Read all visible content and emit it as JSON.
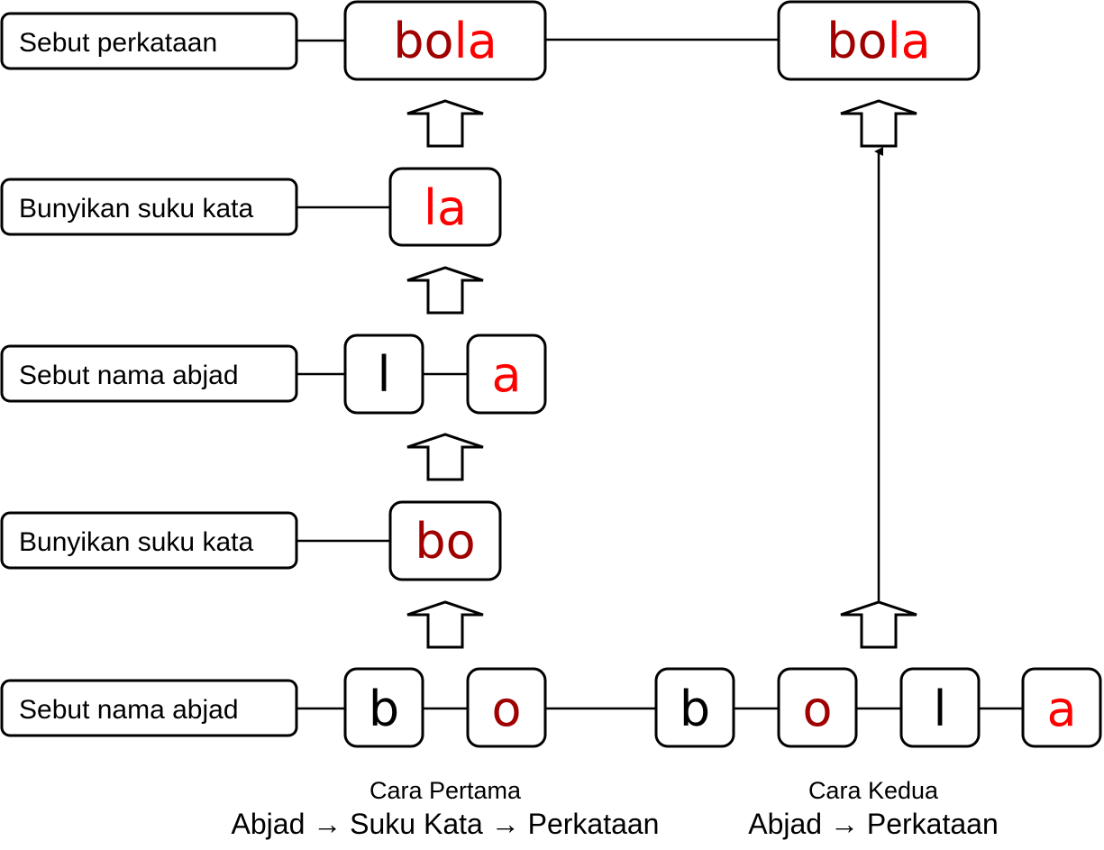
{
  "colors": {
    "dark_red": "#a00000",
    "red": "#ff0000",
    "black": "#000000"
  },
  "labels": {
    "row1": "Sebut perkataan",
    "row2": "Bunyikan suku kata",
    "row3": "Sebut nama abjad",
    "row4": "Bunyikan suku kata",
    "row5": "Sebut nama abjad"
  },
  "method1": {
    "word": {
      "part1": "bo",
      "part2": "la"
    },
    "syllable_la": "la",
    "letters_la": [
      "l",
      "a"
    ],
    "syllable_bo": "bo",
    "letters_bo": [
      "b",
      "o"
    ],
    "caption_title": "Cara Pertama",
    "caption_flow": "Abjad → Suku Kata → Perkataan"
  },
  "method2": {
    "word": {
      "part1": "bo",
      "part2": "la"
    },
    "letters": [
      "b",
      "o",
      "l",
      "a"
    ],
    "caption_title": "Cara Kedua",
    "caption_flow": "Abjad → Perkataan"
  }
}
